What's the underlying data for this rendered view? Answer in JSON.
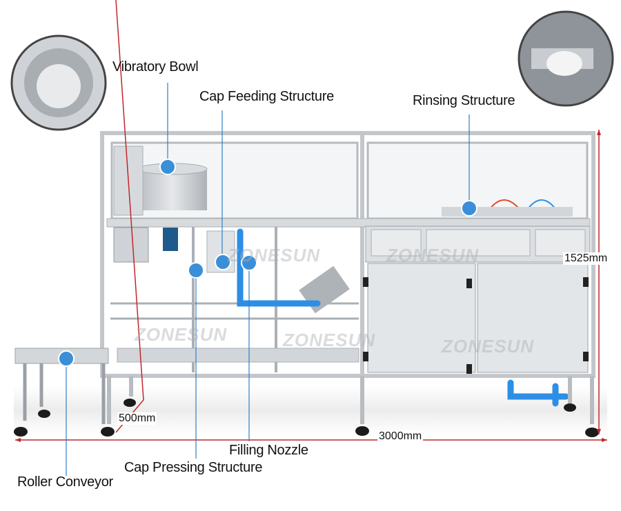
{
  "labels": {
    "vibratory_bowl": "Vibratory Bowl",
    "cap_feeding": "Cap Feeding Structure",
    "rinsing": "Rinsing Structure",
    "cap_pressing": "Cap Pressing Structure",
    "filling_nozzle": "Filling Nozzle",
    "roller_conveyor": "Roller Conveyor"
  },
  "dimensions": {
    "height": "1525mm",
    "length": "3000mm",
    "width": "500mm"
  },
  "watermark": "ZONESUN",
  "colors": {
    "callout_dot": "#3a8fd8",
    "callout_line": "#2f7fc4",
    "dimension_line": "#c0262b",
    "pipe": "#2d8ee6",
    "steel": "#c9cdd2"
  }
}
